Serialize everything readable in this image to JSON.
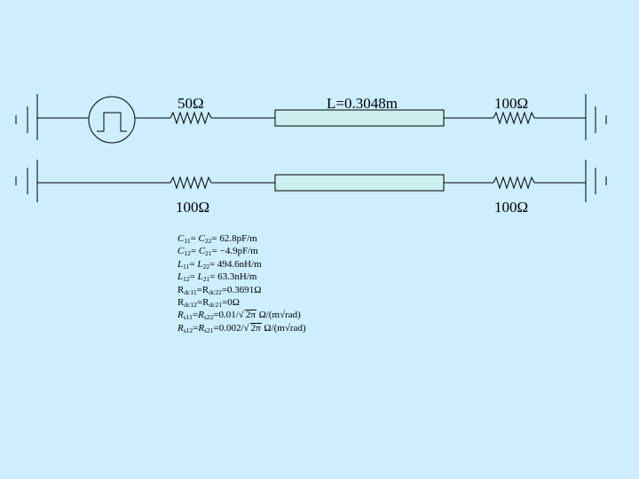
{
  "labels": {
    "source_resistor": "50Ω",
    "line_length": "L=0.3048m",
    "load_resistor_top": "100Ω",
    "source_resistor_bottom": "100Ω",
    "load_resistor_bottom": "100Ω"
  },
  "params": {
    "c11": {
      "sym": "C",
      "a": "11",
      "b": "22",
      "value": "= 62.8pF/m"
    },
    "c12": {
      "sym": "C",
      "a": "12",
      "b": "21",
      "value": "= −4.9pF/m"
    },
    "l11": {
      "sym": "L",
      "a": "11",
      "b": "22",
      "value": "= 494.6nH/m"
    },
    "l12": {
      "sym": "L",
      "a": "12",
      "b": "21",
      "value": "= 63.3nH/m"
    },
    "rdc11": {
      "sym": "R",
      "a": "dc11",
      "b": "dc22",
      "value": "=0.3691Ω"
    },
    "rdc12": {
      "sym": "R",
      "a": "dc12",
      "b": "dc21",
      "value": "=0Ω"
    },
    "rs11": {
      "sym": "R",
      "a": "s11",
      "b": "s22",
      "pre": "=0.01/",
      "root": "2π",
      "post": "Ω/(m√rad)"
    },
    "rs12": {
      "sym": "R",
      "a": "s12",
      "b": "s21",
      "pre": "=0.002/",
      "root": "2π",
      "post": "Ω/(m√rad)"
    }
  },
  "icons": {
    "source": "pulse-source-icon",
    "ground": "ground-icon",
    "resistor": "resistor-icon",
    "line": "transmission-line-icon"
  }
}
